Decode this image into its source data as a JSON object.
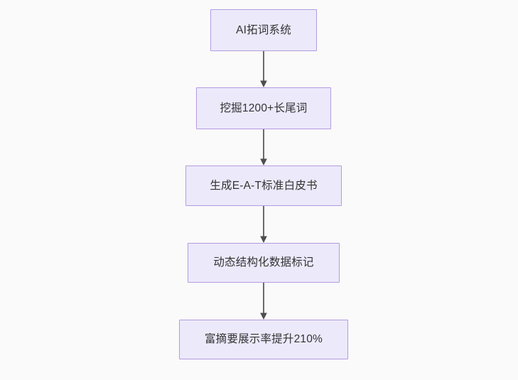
{
  "diagram": {
    "type": "flowchart",
    "orientation": "top-to-bottom",
    "background_color": "#fafafa",
    "node_fill_color": "#ece9fb",
    "node_border_color": "#b49be0",
    "node_text_color": "#333333",
    "edge_color": "#6b6b6b",
    "nodes": [
      {
        "id": "n1",
        "label": "AI拓词系统"
      },
      {
        "id": "n2",
        "label": "挖掘1200+长尾词"
      },
      {
        "id": "n3",
        "label": "生成E-A-T标准白皮书"
      },
      {
        "id": "n4",
        "label": "动态结构化数据标记"
      },
      {
        "id": "n5",
        "label": "富摘要展示率提升210%"
      }
    ],
    "edges": [
      {
        "from": "n1",
        "to": "n2",
        "label": ""
      },
      {
        "from": "n2",
        "to": "n3",
        "label": ""
      },
      {
        "from": "n3",
        "to": "n4",
        "label": ""
      },
      {
        "from": "n4",
        "to": "n5",
        "label": ""
      }
    ]
  }
}
